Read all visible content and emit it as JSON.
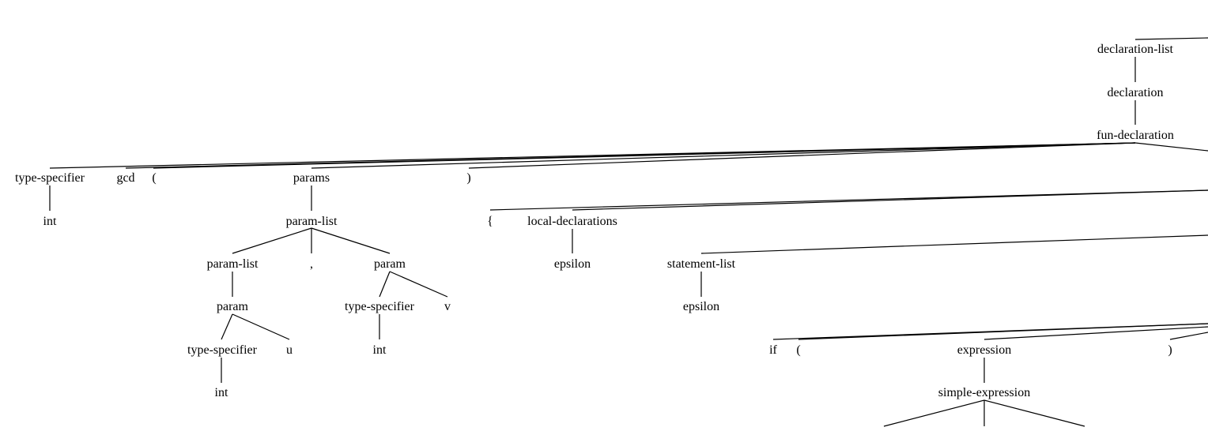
{
  "nodes": {
    "declaration_list": "declaration-list",
    "declaration": "declaration",
    "fun_declaration": "fun-declaration",
    "type_specifier_ret": "type-specifier",
    "int_ret": "int",
    "fn_name": "gcd",
    "lparen_params": "(",
    "params": "params",
    "rparen_params": ")",
    "param_list_top": "param-list",
    "param_list_left": "param-list",
    "comma": ",",
    "param_v": "param",
    "param_u": "param",
    "type_specifier_u": "type-specifier",
    "id_u": "u",
    "int_u": "int",
    "type_specifier_v": "type-specifier",
    "id_v": "v",
    "int_v": "int",
    "lbrace": "{",
    "local_declarations": "local-declarations",
    "epsilon_local": "epsilon",
    "statement_list": "statement-list",
    "epsilon_stmt": "epsilon",
    "kw_if": "if",
    "lparen_if": "(",
    "expression": "expression",
    "rparen_if": ")",
    "simple_expression": "simple-expression"
  }
}
